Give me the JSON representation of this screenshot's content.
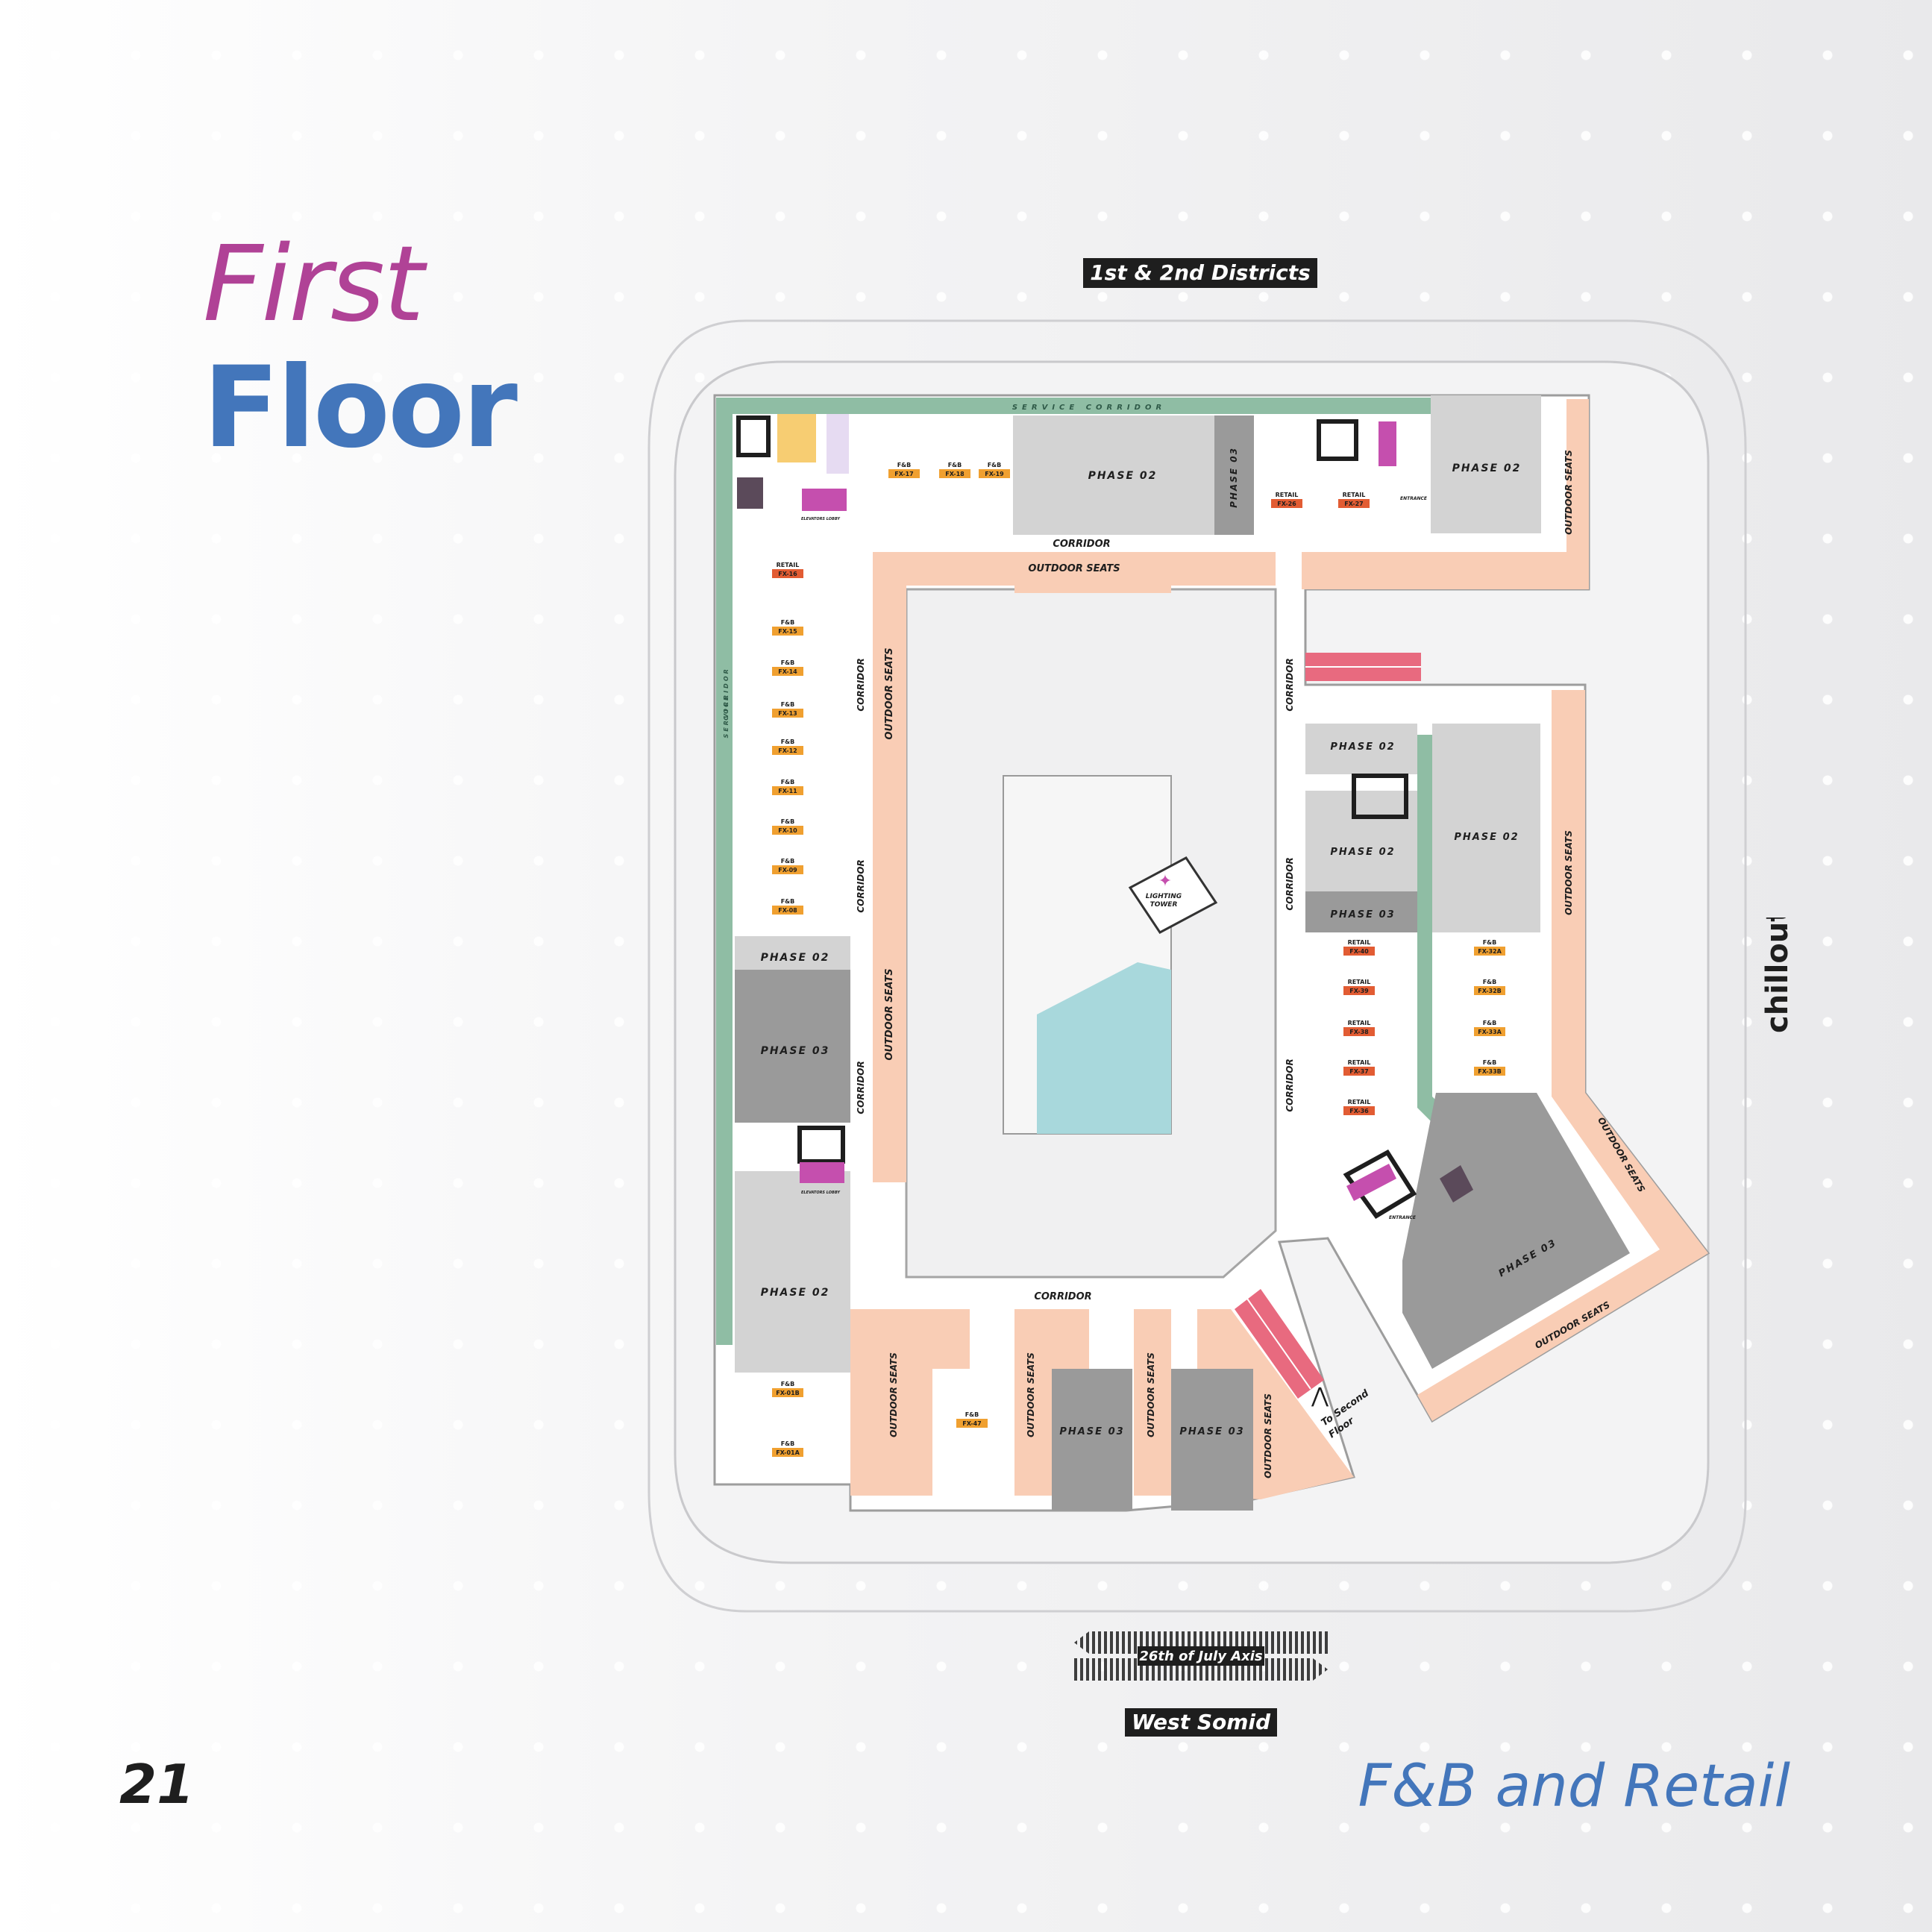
{
  "title": {
    "line1": "First",
    "line2": "Floor"
  },
  "page_number": "21",
  "subtitle": "F&B and Retail",
  "roads": {
    "top": "1st & 2nd Districts",
    "axis": "26th of July Axis",
    "bottom": "West Somid"
  },
  "logo_text": "chillout",
  "colors": {
    "title_pink": "#b04296",
    "title_blue": "#4376bb",
    "service_green": "#8fbda4",
    "outdoor_peach": "#f9cdb5",
    "phase02_gray": "#d3d3d3",
    "phase03_gray": "#9a9a9a",
    "fb_tag": "#f0a030",
    "retail_tag": "#e25c33",
    "elevator_pink": "#c54fae",
    "stairs_pink": "#e86a7f",
    "wc_yellow": "#f7cd72",
    "water_blue": "#a8d8dc"
  },
  "plan": {
    "service_corridor": "SERVICE CORRIDOR",
    "service_word": "SERVICE",
    "corridor_word": "CORRIDOR",
    "corridor": "CORRIDOR",
    "outdoor_seats": "OUTDOOR SEATS",
    "phase02": "PHASE 02",
    "phase03": "PHASE 03",
    "fb": "F&B",
    "retail": "RETAIL",
    "elevators_lobby": "ELEVATORS LOBBY",
    "entrance": "ENTRANCE",
    "lighting_tower": {
      "line1": "LIGHTING",
      "line2": "TOWER"
    },
    "to_second_floor": {
      "line1": "To Second",
      "line2": "Floor"
    },
    "units_top": [
      "FX-17",
      "FX-18",
      "FX-19"
    ],
    "retail_top": [
      "FX-26",
      "FX-27"
    ],
    "retail_left": "FX-16",
    "fb_left": [
      "FX-15",
      "FX-14",
      "FX-13",
      "FX-12",
      "FX-11",
      "FX-10",
      "FX-09",
      "FX-08"
    ],
    "fb_bottom_left": [
      "FX-01B",
      "FX-01A"
    ],
    "fb_bottom": "FX-47",
    "retail_right": [
      "FX-40",
      "FX-39",
      "FX-38",
      "FX-37",
      "FX-36"
    ],
    "fb_right": [
      "FX-32A",
      "FX-32B",
      "FX-33A",
      "FX-33B"
    ]
  }
}
